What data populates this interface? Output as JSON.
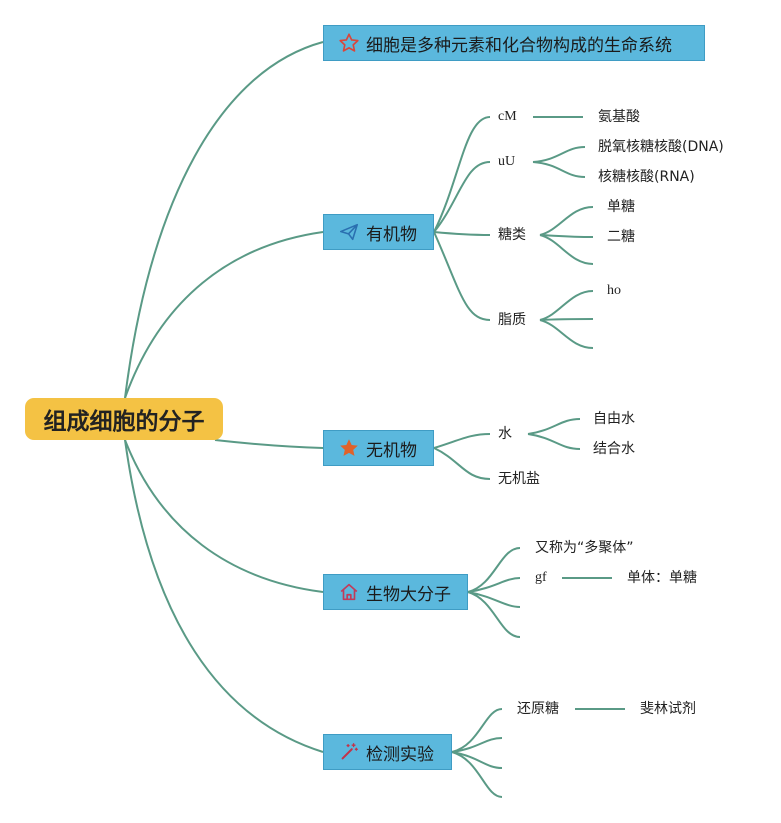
{
  "root": {
    "label": "组成细胞的分子"
  },
  "branches": {
    "b1": {
      "label": "细胞是多种元素和化合物构成的生命系统",
      "icon": "star-outline-icon"
    },
    "b2": {
      "label": "有机物",
      "icon": "paper-plane-icon"
    },
    "b3": {
      "label": "无机物",
      "icon": "star-icon"
    },
    "b4": {
      "label": "生物大分子",
      "icon": "home-icon"
    },
    "b5": {
      "label": "检测实验",
      "icon": "magic-wand-icon"
    }
  },
  "organic": {
    "cM": "cM",
    "cM_child": "氨基酸",
    "uU": "uU",
    "uU_children": [
      "脱氧核糖核酸(DNA)",
      "核糖核酸(RNA)"
    ],
    "sugar": "糖类",
    "sugar_children": [
      "单糖",
      "二糖"
    ],
    "lipid": "脂质",
    "lipid_children": [
      "ho"
    ]
  },
  "inorganic": {
    "water": "水",
    "water_children": [
      "自由水",
      "结合水"
    ],
    "salt": "无机盐"
  },
  "macro": {
    "alias": "又称为“多聚体”",
    "gf": "gf",
    "gf_child": "单体：单糖"
  },
  "test": {
    "reducing_sugar": "还原糖",
    "reagent": "斐林试剂"
  },
  "colors": {
    "root_fill": "#f4c244",
    "branch_fill": "#5bb8dd",
    "edge": "#5a9a86",
    "icon_red": "#d9453a"
  }
}
